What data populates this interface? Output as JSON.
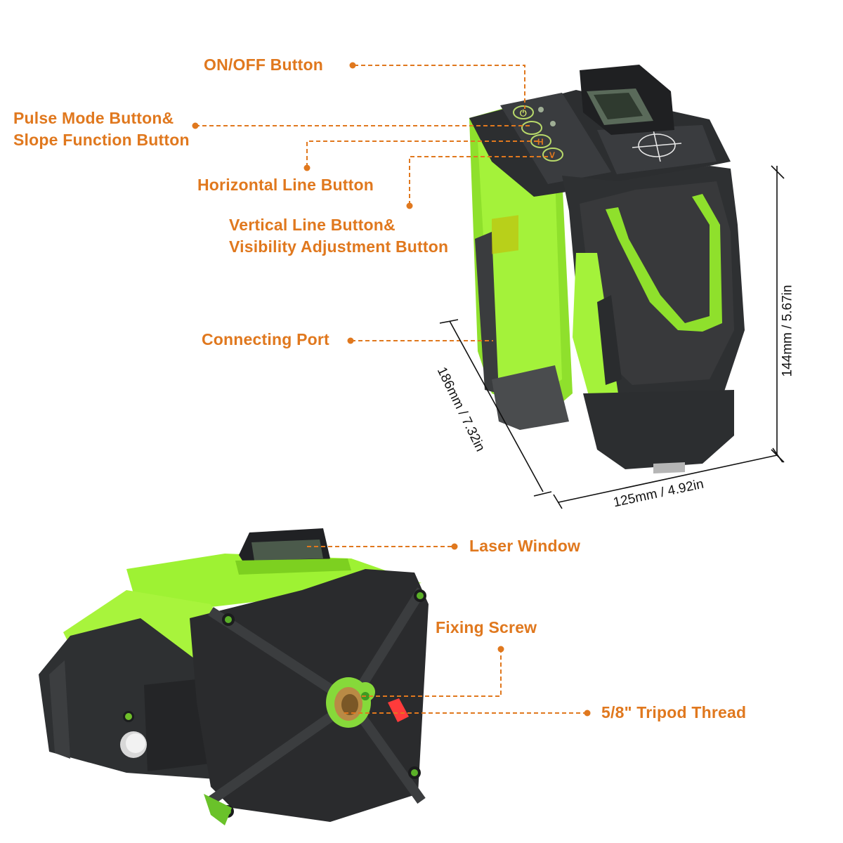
{
  "colors": {
    "accent": "#e0781e",
    "device_green": "#9ef233",
    "device_dark": "#2b2d2f",
    "dimension_line": "#111111",
    "background": "#ffffff"
  },
  "top_view": {
    "callouts": [
      {
        "id": "on-off",
        "lines": [
          "ON/OFF Button"
        ]
      },
      {
        "id": "pulse-slope",
        "lines": [
          "Pulse Mode Button&",
          "Slope Function Button"
        ]
      },
      {
        "id": "horizontal",
        "lines": [
          "Horizontal Line Button"
        ]
      },
      {
        "id": "vertical-visibility",
        "lines": [
          "Vertical Line Button&",
          "Visibility Adjustment Button"
        ]
      },
      {
        "id": "connecting-port",
        "lines": [
          "Connecting Port"
        ]
      }
    ],
    "keypad_glyphs": [
      "power-icon",
      "slope-icon",
      "H",
      "V"
    ],
    "dimensions": {
      "height": "144mm / 5.67in",
      "depth": "186mm / 7.32in",
      "width": "125mm / 4.92in"
    }
  },
  "bottom_view": {
    "callouts": [
      {
        "id": "laser-window",
        "lines": [
          "Laser Window"
        ]
      },
      {
        "id": "fixing-screw",
        "lines": [
          "Fixing Screw"
        ]
      },
      {
        "id": "tripod-thread",
        "lines": [
          "5/8\" Tripod Thread"
        ]
      }
    ]
  }
}
